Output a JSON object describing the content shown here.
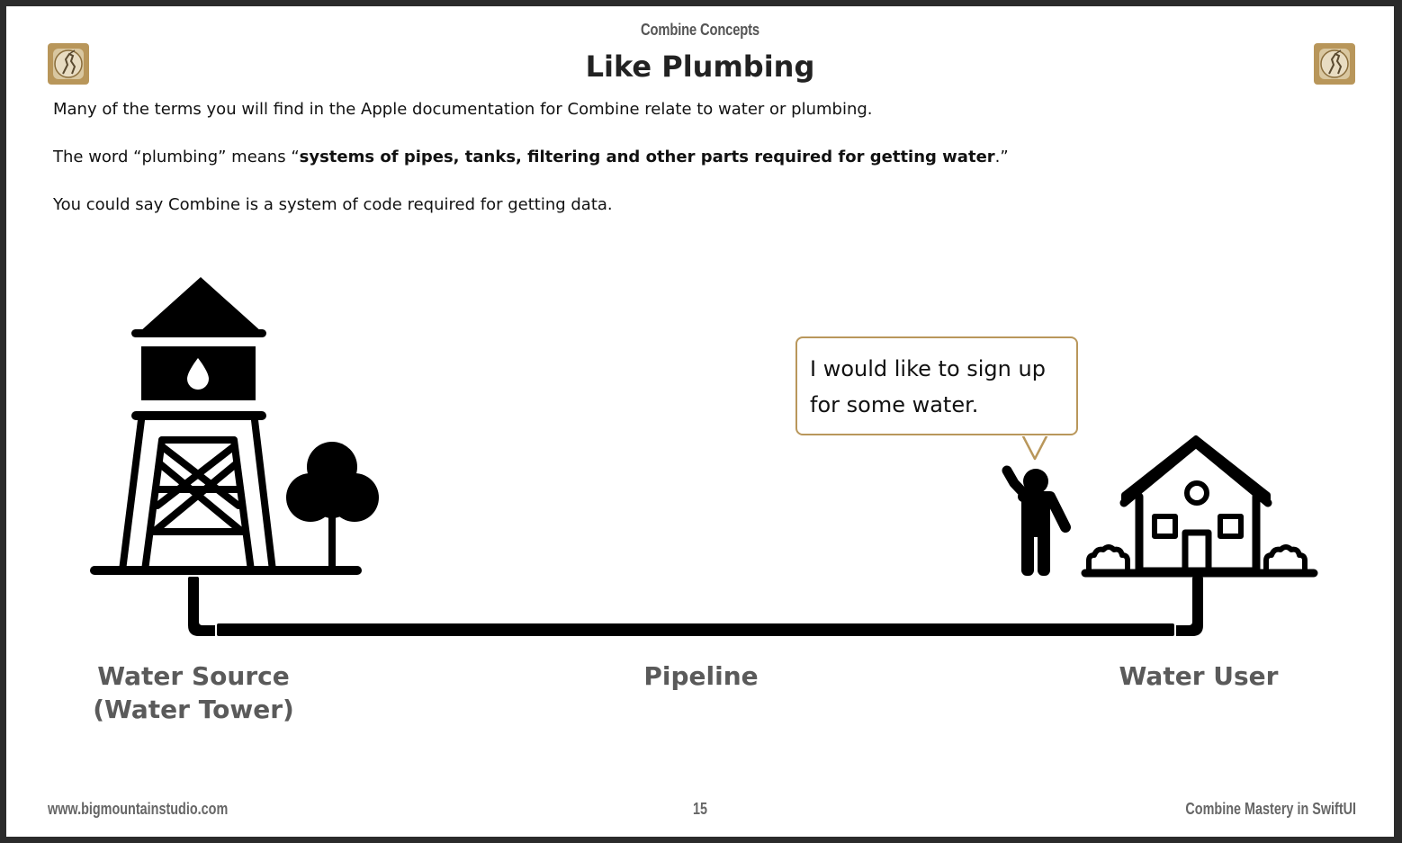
{
  "header": {
    "section_title": "Combine Concepts",
    "page_title": "Like Plumbing",
    "logo_icon": "mountain-climber-logo-icon",
    "logo_color": "#b8965a"
  },
  "body": {
    "paragraph1": "Many of the terms you will find in the Apple documentation for Combine relate to water or plumbing.",
    "paragraph2_prefix": "The word “plumbing” means “",
    "paragraph2_bold": "systems of pipes, tanks, filtering and other parts required for getting water",
    "paragraph2_suffix": ".”",
    "paragraph3": "You could say Combine is a system of code required for getting data."
  },
  "diagram": {
    "speech_line1": "I would like to sign up",
    "speech_line2": "for some water.",
    "speech_border_color": "#b9975b",
    "label_source_line1": "Water Source",
    "label_source_line2": "(Water Tower)",
    "label_pipeline": "Pipeline",
    "label_user": "Water User",
    "icons": [
      "water-tower-icon",
      "tree-icon",
      "person-waving-icon",
      "house-icon",
      "pipe-icon"
    ]
  },
  "footer": {
    "website": "www.bigmountainstudio.com",
    "page_number": "15",
    "book_title": "Combine Mastery in SwiftUI"
  }
}
